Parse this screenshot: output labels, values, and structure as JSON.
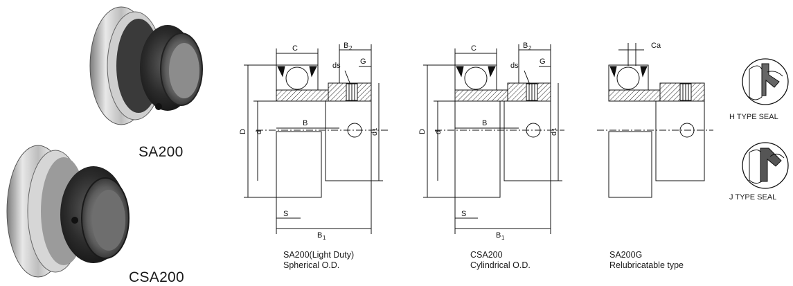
{
  "products": {
    "sa200_photo_label": "SA200",
    "csa200_photo_label": "CSA200"
  },
  "drawings": {
    "sa200": {
      "caption_line1": "SA200(Light Duty)",
      "caption_line2": "Spherical O.D.",
      "dims": {
        "C": "C",
        "B2": "B",
        "B2_sub": "2",
        "ds": "ds",
        "G": "G",
        "B": "B",
        "D": "D",
        "d": "d",
        "d1": "d",
        "d1_sub": "1",
        "S": "S",
        "B1": "B",
        "B1_sub": "1"
      }
    },
    "csa200": {
      "caption_line1": "CSA200",
      "caption_line2": "Cylindrical O.D.",
      "dims": {
        "C": "C",
        "B2": "B",
        "B2_sub": "2",
        "ds": "ds",
        "G": "G",
        "B": "B",
        "D": "D",
        "d": "d",
        "d1": "d",
        "d1_sub": "1",
        "S": "S",
        "B1": "B",
        "B1_sub": "1"
      }
    },
    "sa200g": {
      "caption_line1": "SA200G",
      "caption_line2": "Relubricatable type",
      "dims": {
        "Ca": "Ca"
      }
    }
  },
  "seals": {
    "h_label": "H TYPE SEAL",
    "j_label": "J TYPE SEAL"
  }
}
